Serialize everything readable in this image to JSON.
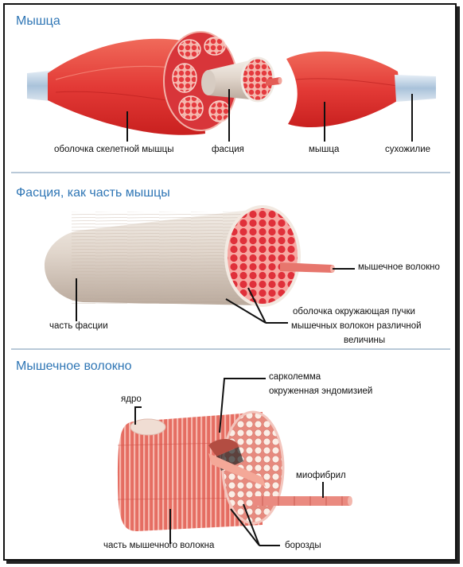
{
  "sections": {
    "muscle": {
      "title": "Мышца",
      "labels": {
        "sheath": "оболочка скелетной мышцы",
        "fascia": "фасция",
        "muscle": "мышца",
        "tendon": "сухожилие"
      }
    },
    "fascia": {
      "title": "Фасция, как часть мышцы",
      "labels": {
        "fiber": "мышечное волокно",
        "part_of_fascia": "часть фасции",
        "bundle_sheath_1": "оболочка окружающая пучки",
        "bundle_sheath_2": "мышечных волокон различной",
        "bundle_sheath_3": "величины"
      }
    },
    "fiber": {
      "title": "Мышечное волокно",
      "labels": {
        "sarcolemma_1": "сарколемма",
        "sarcolemma_2": "окруженная эндомизией",
        "nucleus": "ядро",
        "myofibril": "миофибрил",
        "part_of_fiber": "часть мышечного волокна",
        "grooves": "борозды"
      }
    }
  },
  "colors": {
    "title": "#2f76b5",
    "muscle_red": "#e8393a",
    "muscle_light": "#f47a6a",
    "fascia_white": "#e9e4dc",
    "tendon": "#b9cde0",
    "fiber_pink": "#e8776c",
    "separator": "#b9c9d8"
  }
}
